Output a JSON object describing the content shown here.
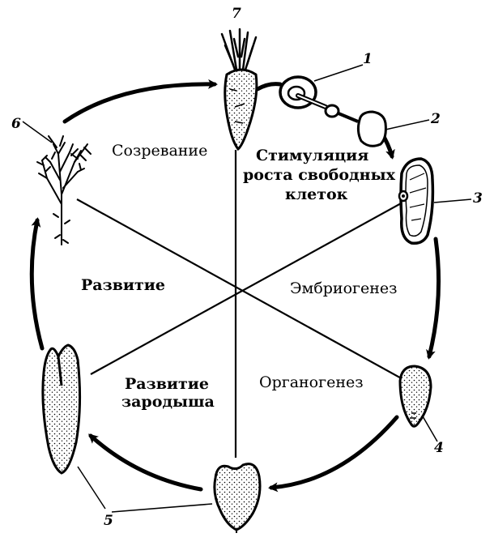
{
  "sectors": {
    "maturation": "Созревание",
    "stimulation_line1": "Стимуляция",
    "stimulation_line2": "роста свободных",
    "stimulation_line3": "клеток",
    "development": "Развитие",
    "embryogenesis": "Эмбриогенез",
    "embryo_dev_line1": "Развитие",
    "embryo_dev_line2": "зародыша",
    "organogenesis": "Органогенез"
  },
  "numbers": {
    "n1": "1",
    "n2": "2",
    "n3": "3",
    "n4": "4",
    "n5": "5",
    "n6": "6",
    "n7": "7"
  },
  "colors": {
    "ink": "#000000",
    "paper": "#ffffff"
  }
}
